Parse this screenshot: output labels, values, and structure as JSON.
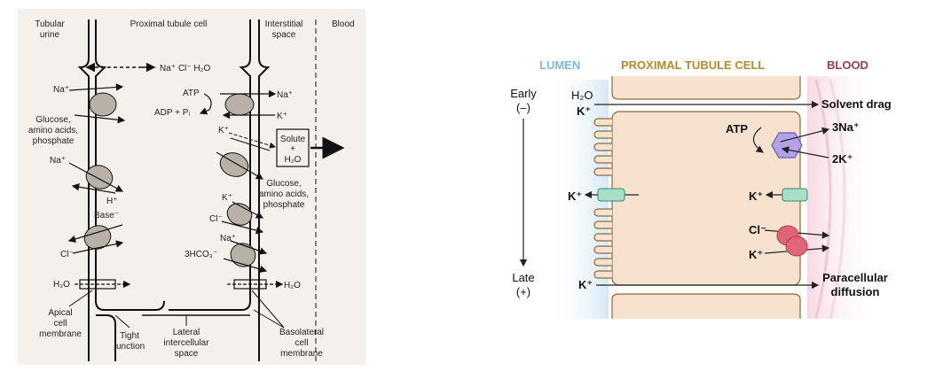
{
  "colors": {
    "lumen": "#7fb9d8",
    "cell_header": "#b58a2a",
    "blood": "#9b3a5a",
    "cell_fill": "#f6e2cf",
    "pump": "#b3a3e6",
    "channel": "#a8dfca",
    "cotransporter": "#e06677",
    "transporter_left": "#b7b1a8"
  },
  "left_diagram": {
    "headers": {
      "tubular_urine_1": "Tubular",
      "tubular_urine_2": "urine",
      "proximal_cell": "Proximal tubule cell",
      "interstitial_1": "Interstitial",
      "interstitial_2": "space",
      "blood": "Blood"
    },
    "top_flux": "Na⁺  Cl⁻  H₂O",
    "apical": {
      "na1": "Na⁺",
      "glucose_1": "Glucose,",
      "glucose_2": "amino acids,",
      "glucose_3": "phosphate",
      "na2": "Na⁺",
      "h": "H⁺",
      "base": "Base⁻",
      "cl": "Cl⁻",
      "water": "H₂O"
    },
    "basolateral": {
      "atp": "ATP",
      "adp": "ADP + Pᵢ",
      "na_out": "Na⁺",
      "k_in": "K⁺",
      "k_leak": "K⁺",
      "solute_1": "Solute",
      "solute_2": "+",
      "solute_3": "H₂O",
      "glucose_1": "Glucose,",
      "glucose_2": "amino acids,",
      "glucose_3": "phosphate",
      "k2": "K⁺",
      "cl": "Cl⁻",
      "na": "Na⁺",
      "hco3": "3HCO₃⁻",
      "water": "H₂O"
    },
    "bottom_labels": {
      "apical_1": "Apical",
      "apical_2": "cell",
      "apical_3": "membrane",
      "tight_1": "Tight",
      "tight_2": "junction",
      "lateral_1": "Lateral",
      "lateral_2": "intercellular",
      "lateral_3": "space",
      "baso_1": "Basolateral",
      "baso_2": "cell",
      "baso_3": "membrane"
    }
  },
  "right_diagram": {
    "headers": {
      "lumen": "LUMEN",
      "cell": "PROXIMAL TUBULE CELL",
      "blood": "BLOOD"
    },
    "early_1": "Early",
    "early_2": "(–)",
    "late_1": "Late",
    "late_2": "(+)",
    "h2o": "H₂O",
    "k_top": "K⁺",
    "solvent_drag": "Solvent drag",
    "atp": "ATP",
    "na3": "3Na⁺",
    "k2": "2K⁺",
    "k_left": "K⁺",
    "k_right": "K⁺",
    "cl": "Cl⁻",
    "k_cot": "K⁺",
    "k_bottom": "K⁺",
    "para_1": "Paracellular",
    "para_2": "diffusion"
  }
}
